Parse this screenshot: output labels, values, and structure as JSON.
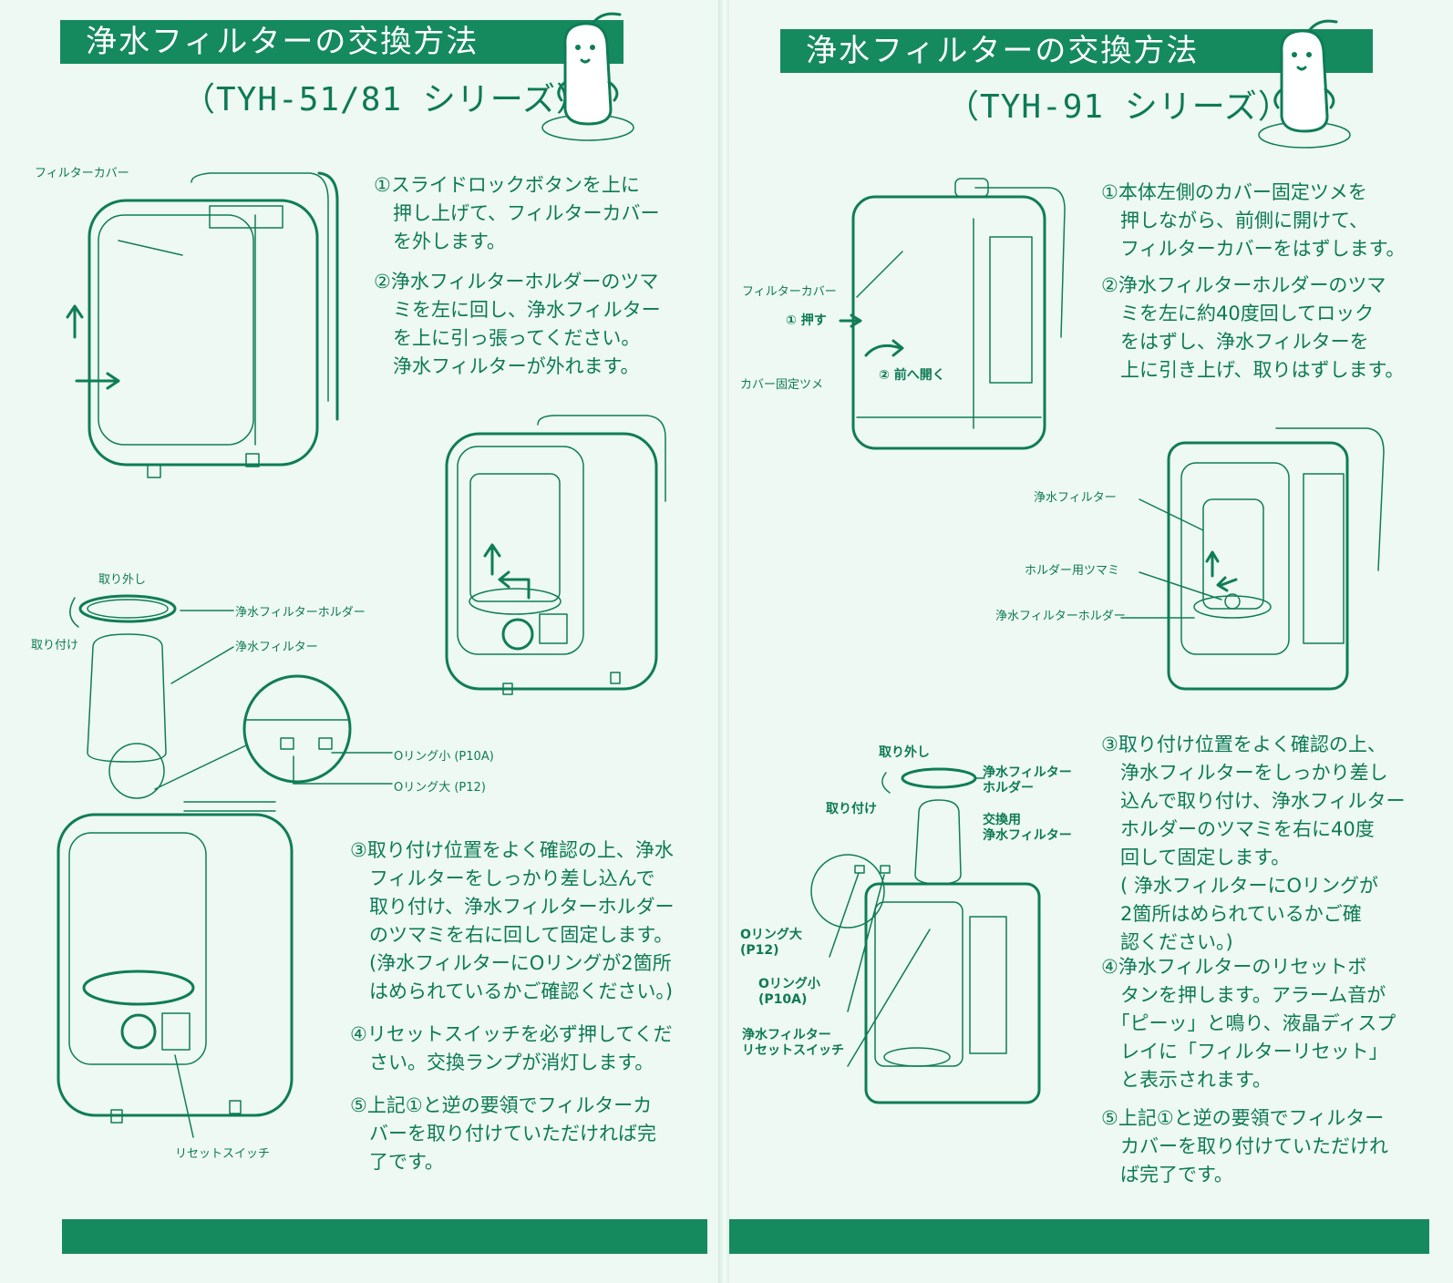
{
  "left": {
    "title": "浄水フィルターの交換方法",
    "subtitle": "（TYH-51/81 シリーズ）",
    "steps": [
      "①スライドロックボタンを上に\n　押し上げて、フィルターカバー\n　を外します。",
      "②浄水フィルターホルダーのツマ\n　ミを左に回し、浄水フィルター\n　を上に引っ張ってください。\n　浄水フィルターが外れます。",
      "③取り付け位置をよく確認の上、浄水\n　フィルターをしっかり差し込んで\n　取り付け、浄水フィルターホルダー\n　のツマミを右に回して固定します。\n　(浄水フィルターにOリングが2箇所\n　はめられているかご確認ください。)",
      "④リセットスイッチを必ず押してくだ\n　さい。交換ランプが消灯します。",
      "⑤上記①と逆の要領でフィルターカ\n　バーを取り付けていただければ完\n　了です。"
    ],
    "labels": {
      "filter_cover": "フィルターカバー",
      "remove": "取り外し",
      "attach": "取り付け",
      "filter_holder": "浄水フィルターホルダー",
      "water_filter": "浄水フィルター",
      "oring_small": "Oリング小 (P10A)",
      "oring_large": "Oリング大 (P12)",
      "reset_switch": "リセットスイッチ"
    }
  },
  "right": {
    "title": "浄水フィルターの交換方法",
    "subtitle": "（TYH-91 シリーズ）",
    "steps": [
      "①本体左側のカバー固定ツメを\n　押しながら、前側に開けて、\n　フィルターカバーをはずします。",
      "②浄水フィルターホルダーのツマ\n　ミを左に約40度回してロック\n　をはずし、浄水フィルターを\n　上に引き上げ、取りはずします。",
      "③取り付け位置をよく確認の上、\n　浄水フィルターをしっかり差し\n　込んで取り付け、浄水フィルター\n　ホルダーのツマミを右に40度\n　回して固定します。\n　( 浄水フィルターにOリングが\n　2箇所はめられているかご確\n　認ください。)",
      "④浄水フィルターのリセットボ\n　タンを押します。アラーム音が\n　「ピーッ」と鳴り、液晶ディスプ\n　レイに「フィルターリセット」\n　と表示されます。",
      "⑤上記①と逆の要領でフィルター\n　カバーを取り付けていただけれ\n　ば完了です。"
    ],
    "labels": {
      "filter_cover": "フィルターカバー",
      "push": "① 押す",
      "open_front": "② 前へ開く",
      "cover_claw": "カバー固定ツメ",
      "water_filter": "浄水フィルター",
      "holder_knob": "ホルダー用ツマミ",
      "filter_holder": "浄水フィルターホルダー",
      "remove": "取り外し",
      "attach": "取り付け",
      "filter_holder_2": "浄水フィルター\nホルダー",
      "replacement_filter": "交換用\n浄水フィルター",
      "oring_large": "Oリング大\n(P12)",
      "oring_small": "Oリング小\n(P10A)",
      "reset_switch": "浄水フィルター\nリセットスイッチ"
    }
  },
  "colors": {
    "ink": "#0d7a55",
    "bar": "#158a5f",
    "paper": "#eef9f3"
  },
  "icons": [
    "mascot-icon",
    "arrow-icon"
  ]
}
